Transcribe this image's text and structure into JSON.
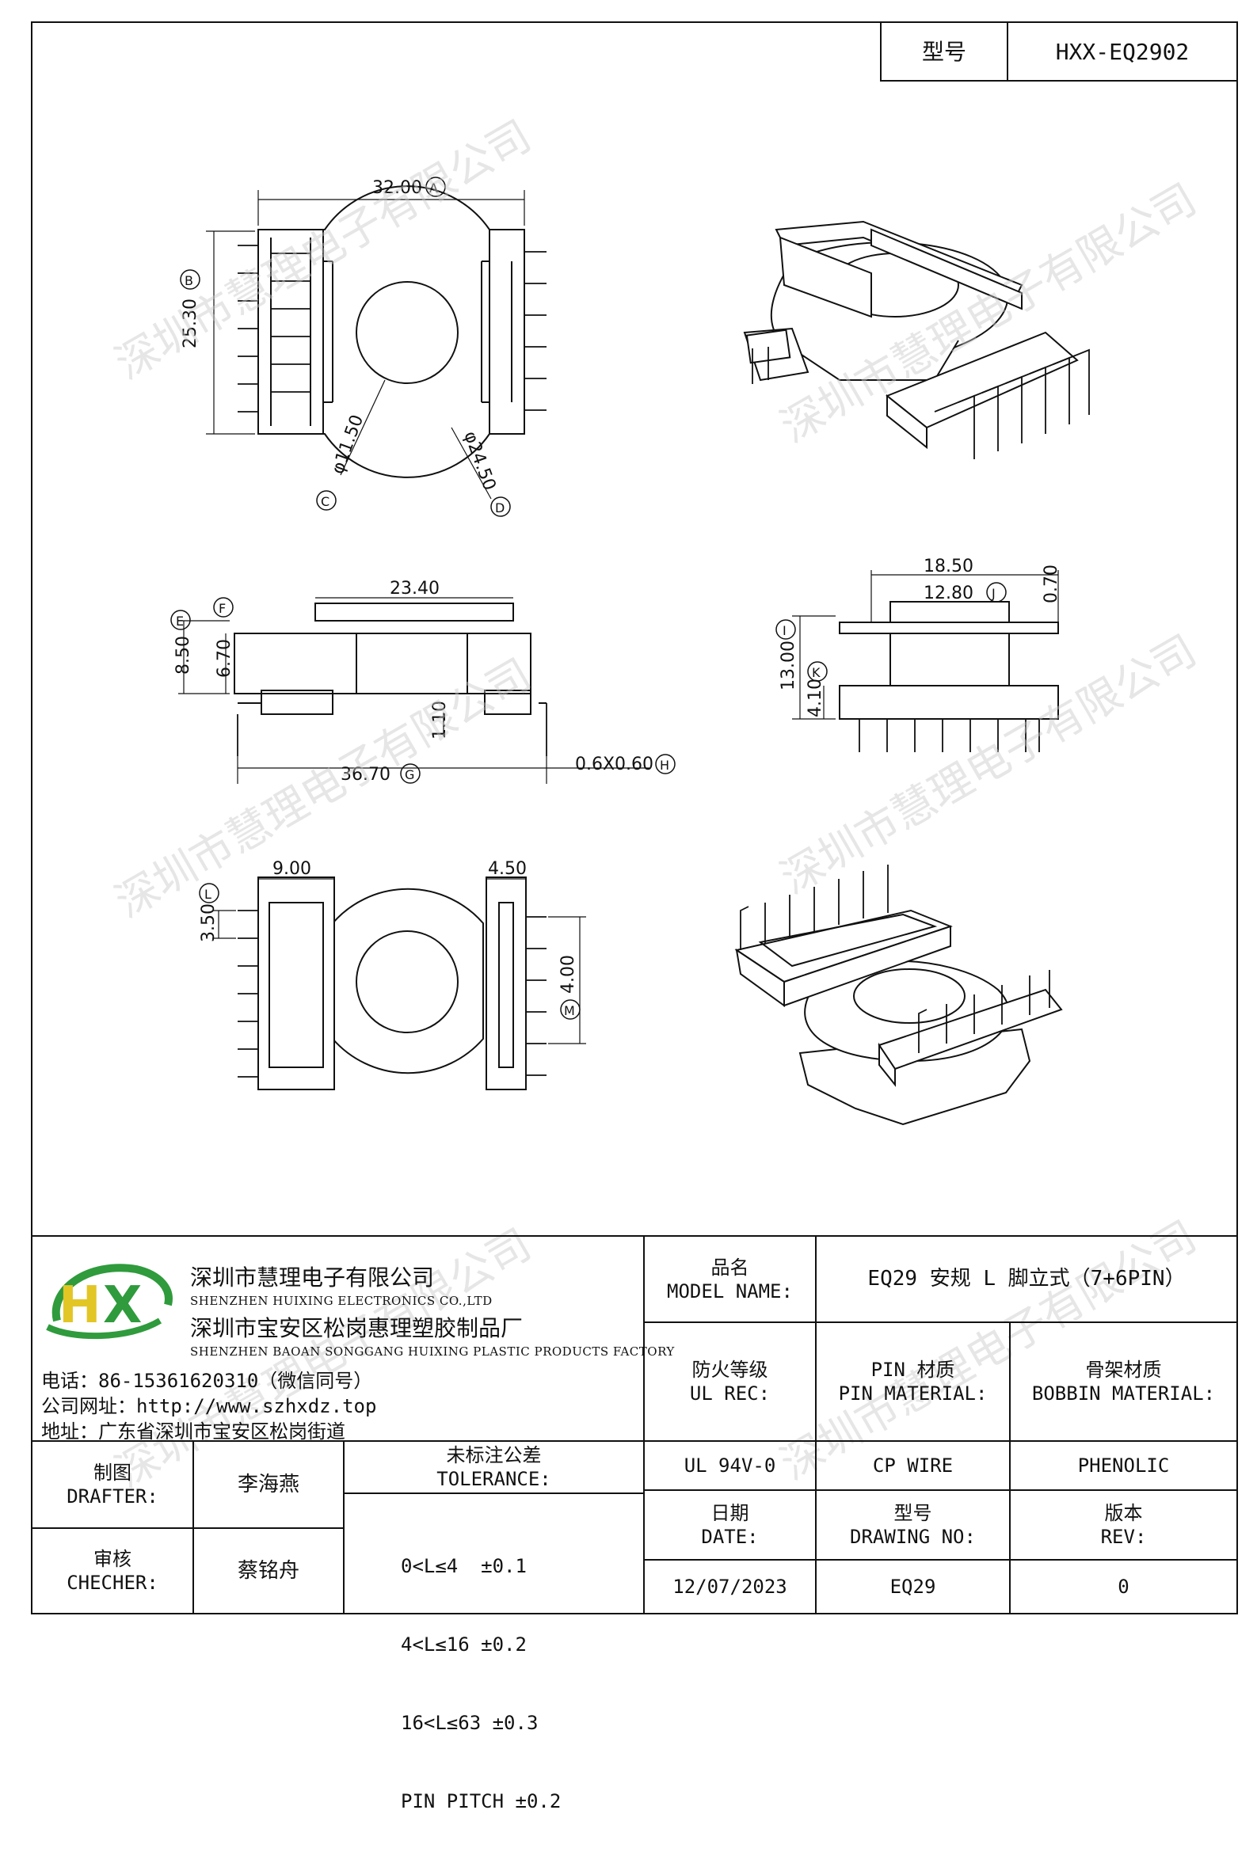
{
  "model_header": {
    "label": "型号",
    "value": "HXX-EQ2902"
  },
  "watermark": "深圳市慧理电子有限公司",
  "dimensions": {
    "top_view": {
      "width": "32.00",
      "width_tag": "A",
      "height": "25.30",
      "height_tag": "B",
      "inner_dia": "φ11.50",
      "inner_tag": "C",
      "outer_dia": "φ24.50",
      "outer_tag": "D"
    },
    "side_view": {
      "top_len": "23.40",
      "tag_e": "E",
      "tag_f": "F",
      "total_h": "8.50",
      "inner_h": "6.70",
      "pin_h": "1.10",
      "span": "36.70",
      "span_tag": "G",
      "pin_size": "0.6X0.60",
      "pin_tag": "H"
    },
    "end_view": {
      "outer_w": "18.50",
      "inner_w": "12.80",
      "inner_tag": "J",
      "flange": "0.70",
      "height": "13.00",
      "height_tag": "I",
      "pin_h": "4.10",
      "pin_tag": "K"
    },
    "bottom_view": {
      "left_w": "9.00",
      "right_w": "4.50",
      "pitch_l": "3.50",
      "pitch_l_tag": "L",
      "pitch_r": "4.00",
      "pitch_r_tag": "M"
    }
  },
  "company": {
    "logo_text": "HX",
    "name_cn": "深圳市慧理电子有限公司",
    "name_en": "SHENZHEN HUIXING ELECTRONICS CO.,LTD",
    "factory_cn": "深圳市宝安区松岗惠理塑胶制品厂",
    "factory_en": "SHENZHEN BAOAN SONGGANG HUIXING PLASTIC PRODUCTS FACTORY",
    "phone": "电话：86-15361620310（微信同号）",
    "website": "公司网址：http://www.szhxdz.top",
    "address": "地址：广东省深圳市宝安区松岗街道"
  },
  "title_block": {
    "model_name_cn": "品名",
    "model_name_en": "MODEL NAME:",
    "model_name_value": "EQ29 安规 L 脚立式（7+6PIN）",
    "ul_rec_cn": "防火等级",
    "ul_rec_en": "UL REC:",
    "pin_material_cn": "PIN 材质",
    "pin_material_en": "PIN MATERIAL:",
    "bobbin_material_cn": "骨架材质",
    "bobbin_material_en": "BOBBIN MATERIAL:",
    "ul_value": "UL 94V-0",
    "pin_value": "CP WIRE",
    "bobbin_value": "PHENOLIC",
    "drafter_cn": "制图",
    "drafter_en": "DRAFTER:",
    "drafter_name": "李海燕",
    "checker_cn": "审核",
    "checker_en": "CHECHER:",
    "checker_name": "蔡铭舟",
    "tolerance_cn": "未标注公差",
    "tolerance_en": "TOLERANCE:",
    "tolerance_lines": [
      "0<L≤4  ±0.1",
      "4<L≤16 ±0.2",
      "16<L≤63 ±0.3",
      "PIN PITCH ±0.2"
    ],
    "date_cn": "日期",
    "date_en": "DATE:",
    "date_value": "12/07/2023",
    "drawing_no_cn": "型号",
    "drawing_no_en": "DRAWING NO:",
    "drawing_no_value": "EQ29",
    "rev_cn": "版本",
    "rev_en": "REV:",
    "rev_value": "0"
  }
}
